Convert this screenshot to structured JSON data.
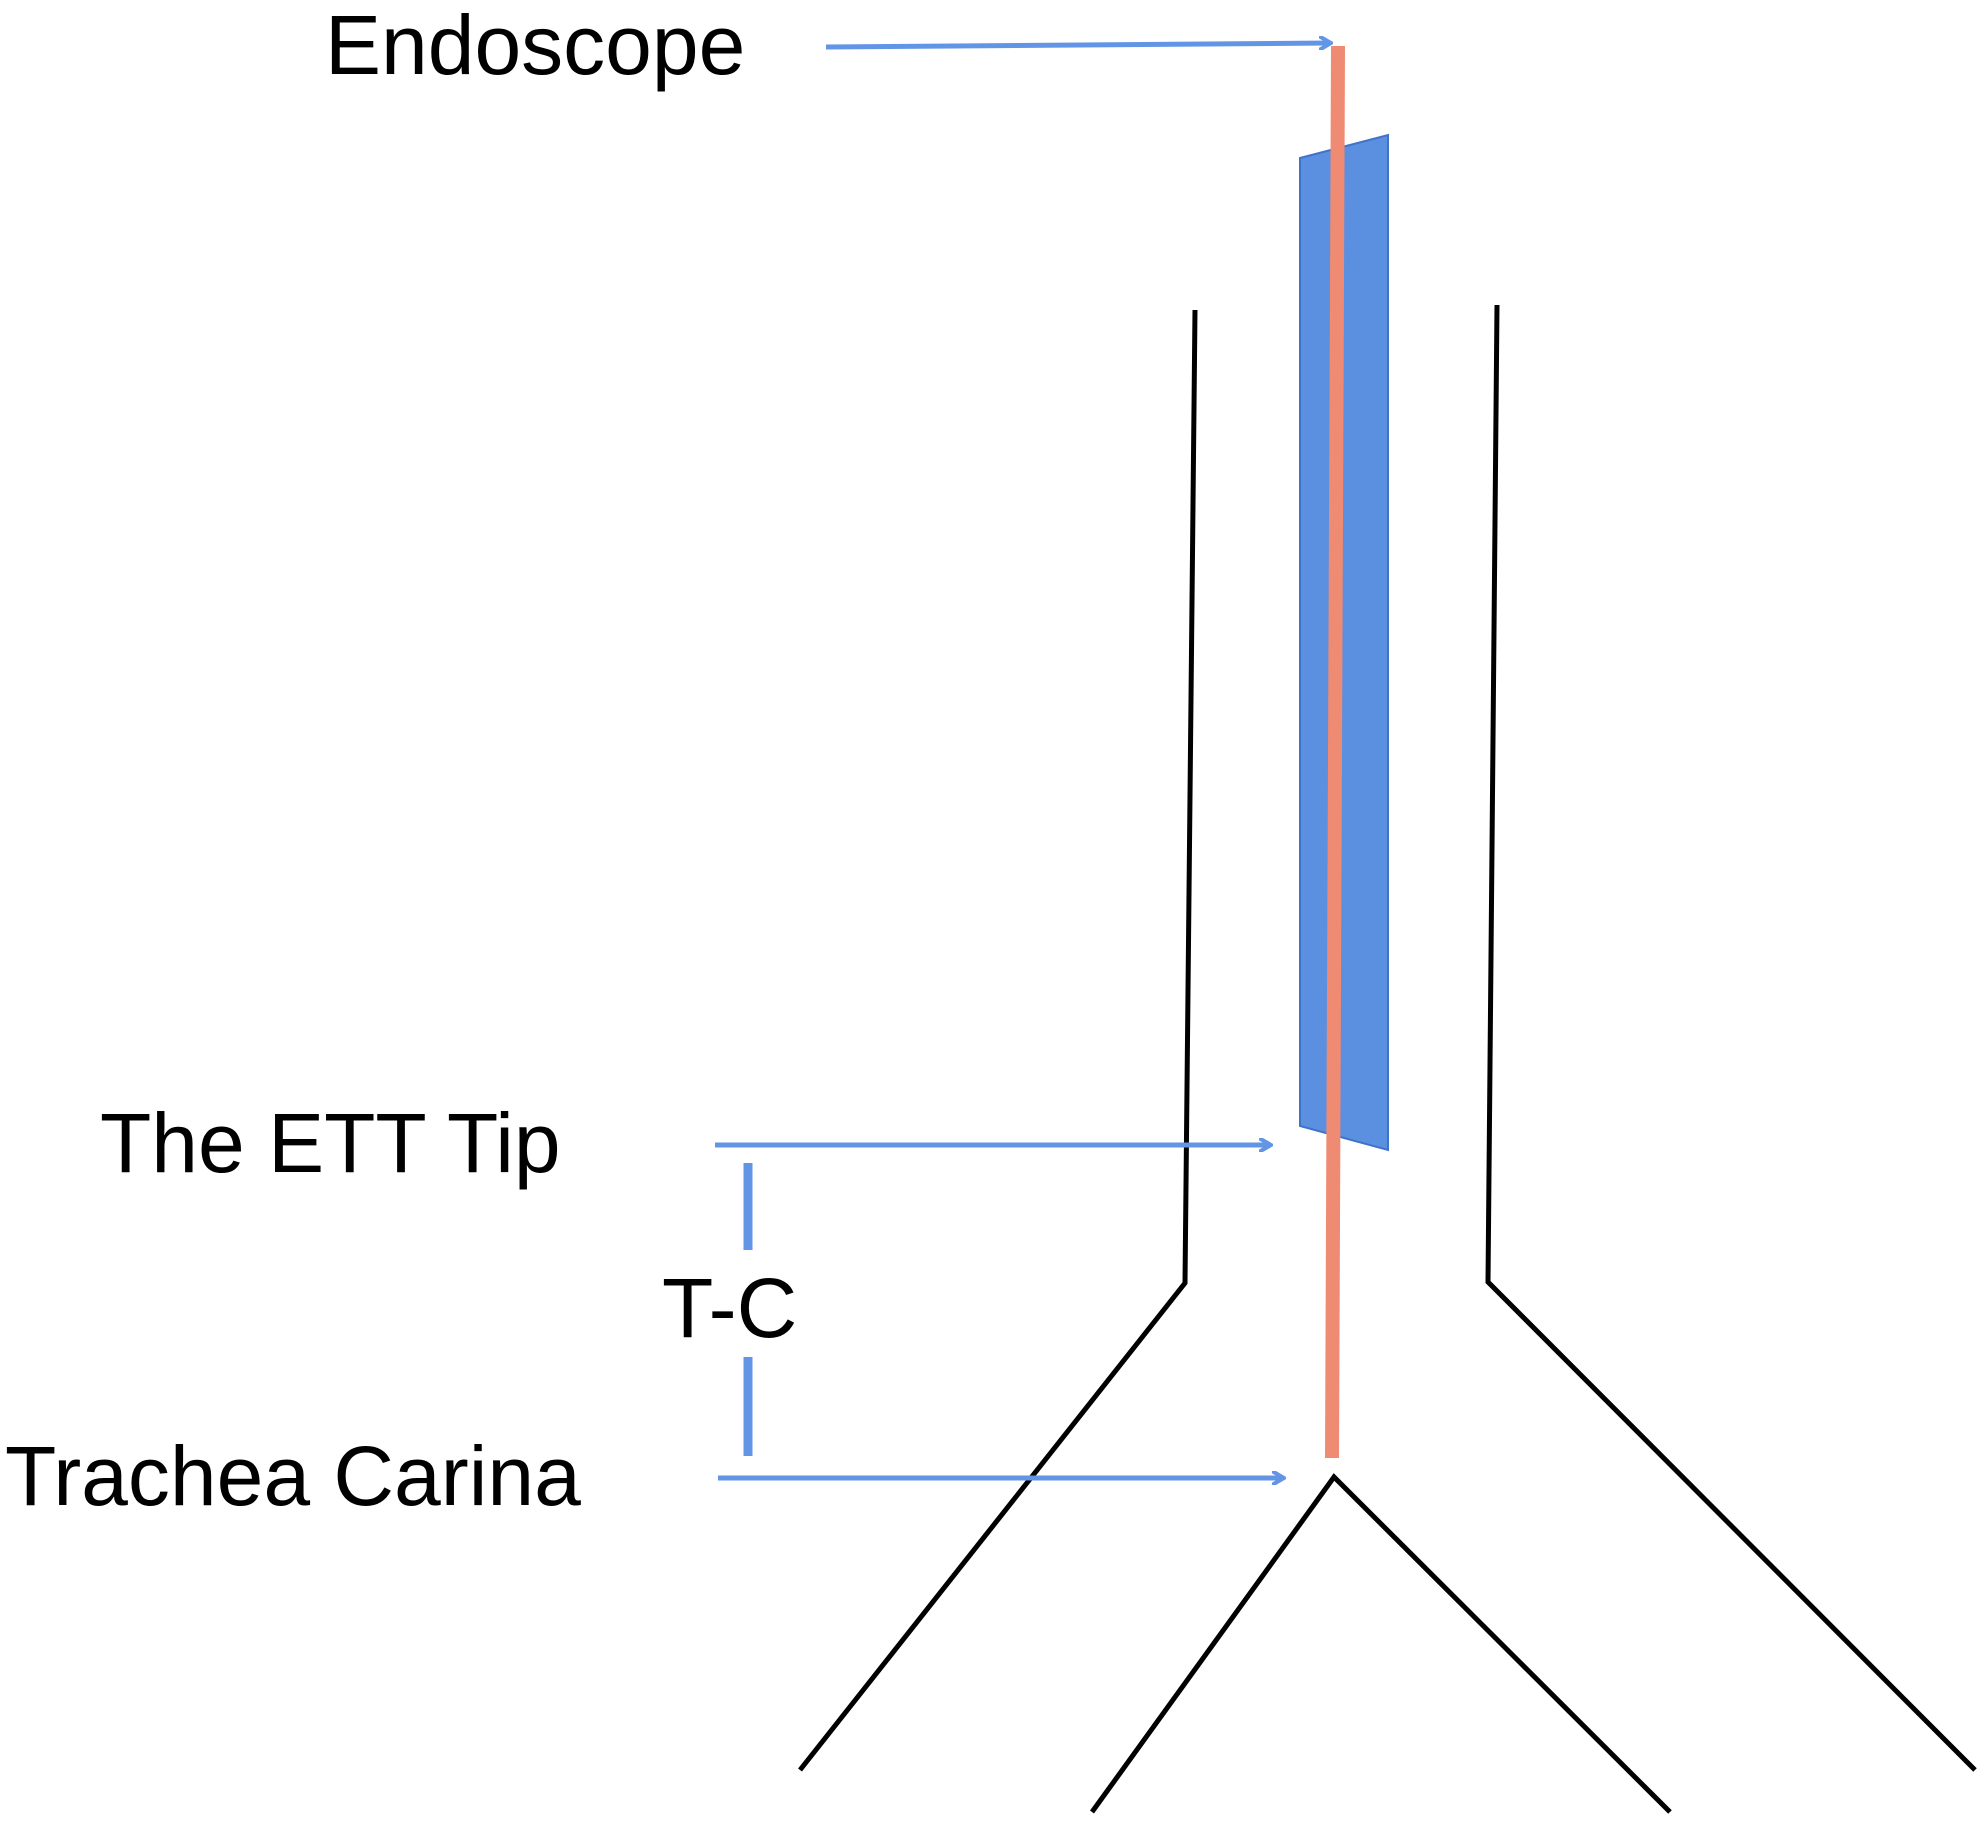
{
  "labels": {
    "endoscope": "Endoscope",
    "ett_tip": "The ETT Tip",
    "tc": "T-C",
    "carina": "Trachea Carina"
  },
  "colors": {
    "arrow": "#6395e6",
    "ett_tube": "#5b8fe0",
    "endoscope_line": "#ef8a73",
    "airway": "#000000",
    "background": "#ffffff"
  }
}
